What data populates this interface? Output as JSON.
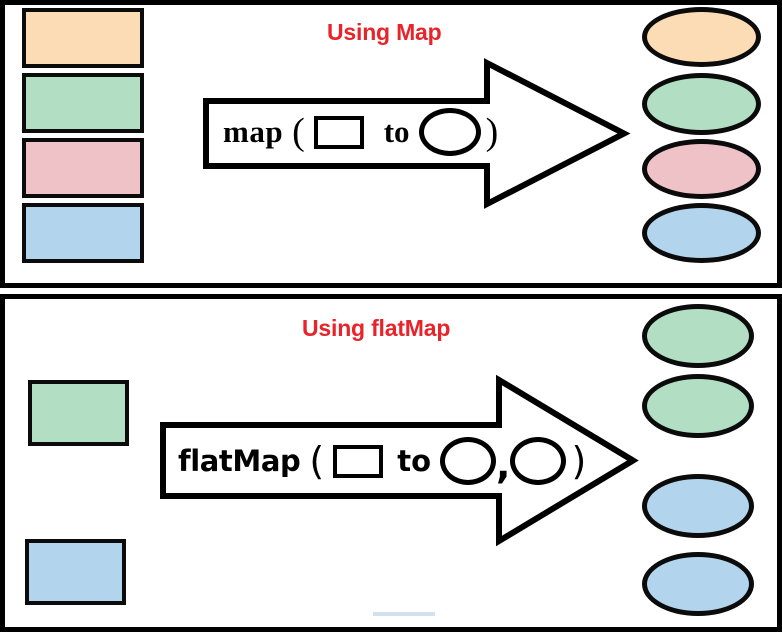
{
  "figure": {
    "title": "Using Map vs Using flatMap transformation diagram",
    "background_color": "#ffffff",
    "outline_color": "#0b0b0b",
    "accent_color": "#e8232a"
  },
  "palette": {
    "peach": "#fbdcb4",
    "mint": "#b2dfc4",
    "pink": "#efc2c8",
    "blue": "#b2d4ec",
    "artifact_blue": "#d3e0f2"
  },
  "panels": [
    {
      "id": "map",
      "title": "Using Map",
      "source_shape": "rectangle",
      "target_shape": "ellipse",
      "expression": {
        "function_name": "map",
        "open_paren": "(",
        "input_glyph": "square",
        "keyword": "to",
        "output_glyphs": [
          "circle"
        ],
        "close_paren": ")",
        "full_text": "map ( [] to () )"
      },
      "sources": [
        {
          "label": "",
          "color": "#fbdcb4",
          "name": "source-rect-peach"
        },
        {
          "label": "",
          "color": "#b2dfc4",
          "name": "source-rect-mint"
        },
        {
          "label": "",
          "color": "#efc2c8",
          "name": "source-rect-pink"
        },
        {
          "label": "",
          "color": "#b2d4ec",
          "name": "source-rect-blue"
        }
      ],
      "targets": [
        {
          "label": "",
          "color": "#fbdcb4",
          "name": "target-ellipse-peach"
        },
        {
          "label": "",
          "color": "#b2dfc4",
          "name": "target-ellipse-mint"
        },
        {
          "label": "",
          "color": "#efc2c8",
          "name": "target-ellipse-pink"
        },
        {
          "label": "",
          "color": "#b2d4ec",
          "name": "target-ellipse-blue"
        }
      ],
      "source_count": 4,
      "target_count": 4
    },
    {
      "id": "flatmap",
      "title": "Using flatMap",
      "source_shape": "rectangle",
      "target_shape": "ellipse",
      "expression": {
        "function_name": "flatMap",
        "open_paren": "(",
        "input_glyph": "square",
        "keyword": "to",
        "output_glyphs": [
          "circle",
          "circle"
        ],
        "separator": ",",
        "close_paren": ")",
        "full_text": "flatMap ( [] to (),() )"
      },
      "sources": [
        {
          "label": "",
          "color": "#b2dfc4",
          "name": "source-rect-mint"
        },
        {
          "label": "",
          "color": "#b2d4ec",
          "name": "source-rect-blue"
        }
      ],
      "targets": [
        {
          "label": "",
          "color": "#b2dfc4",
          "name": "target-ellipse-mint-1"
        },
        {
          "label": "",
          "color": "#b2dfc4",
          "name": "target-ellipse-mint-2"
        },
        {
          "label": "",
          "color": "#b2d4ec",
          "name": "target-ellipse-blue-1"
        },
        {
          "label": "",
          "color": "#b2d4ec",
          "name": "target-ellipse-blue-2"
        }
      ],
      "source_count": 2,
      "target_count": 4
    }
  ]
}
